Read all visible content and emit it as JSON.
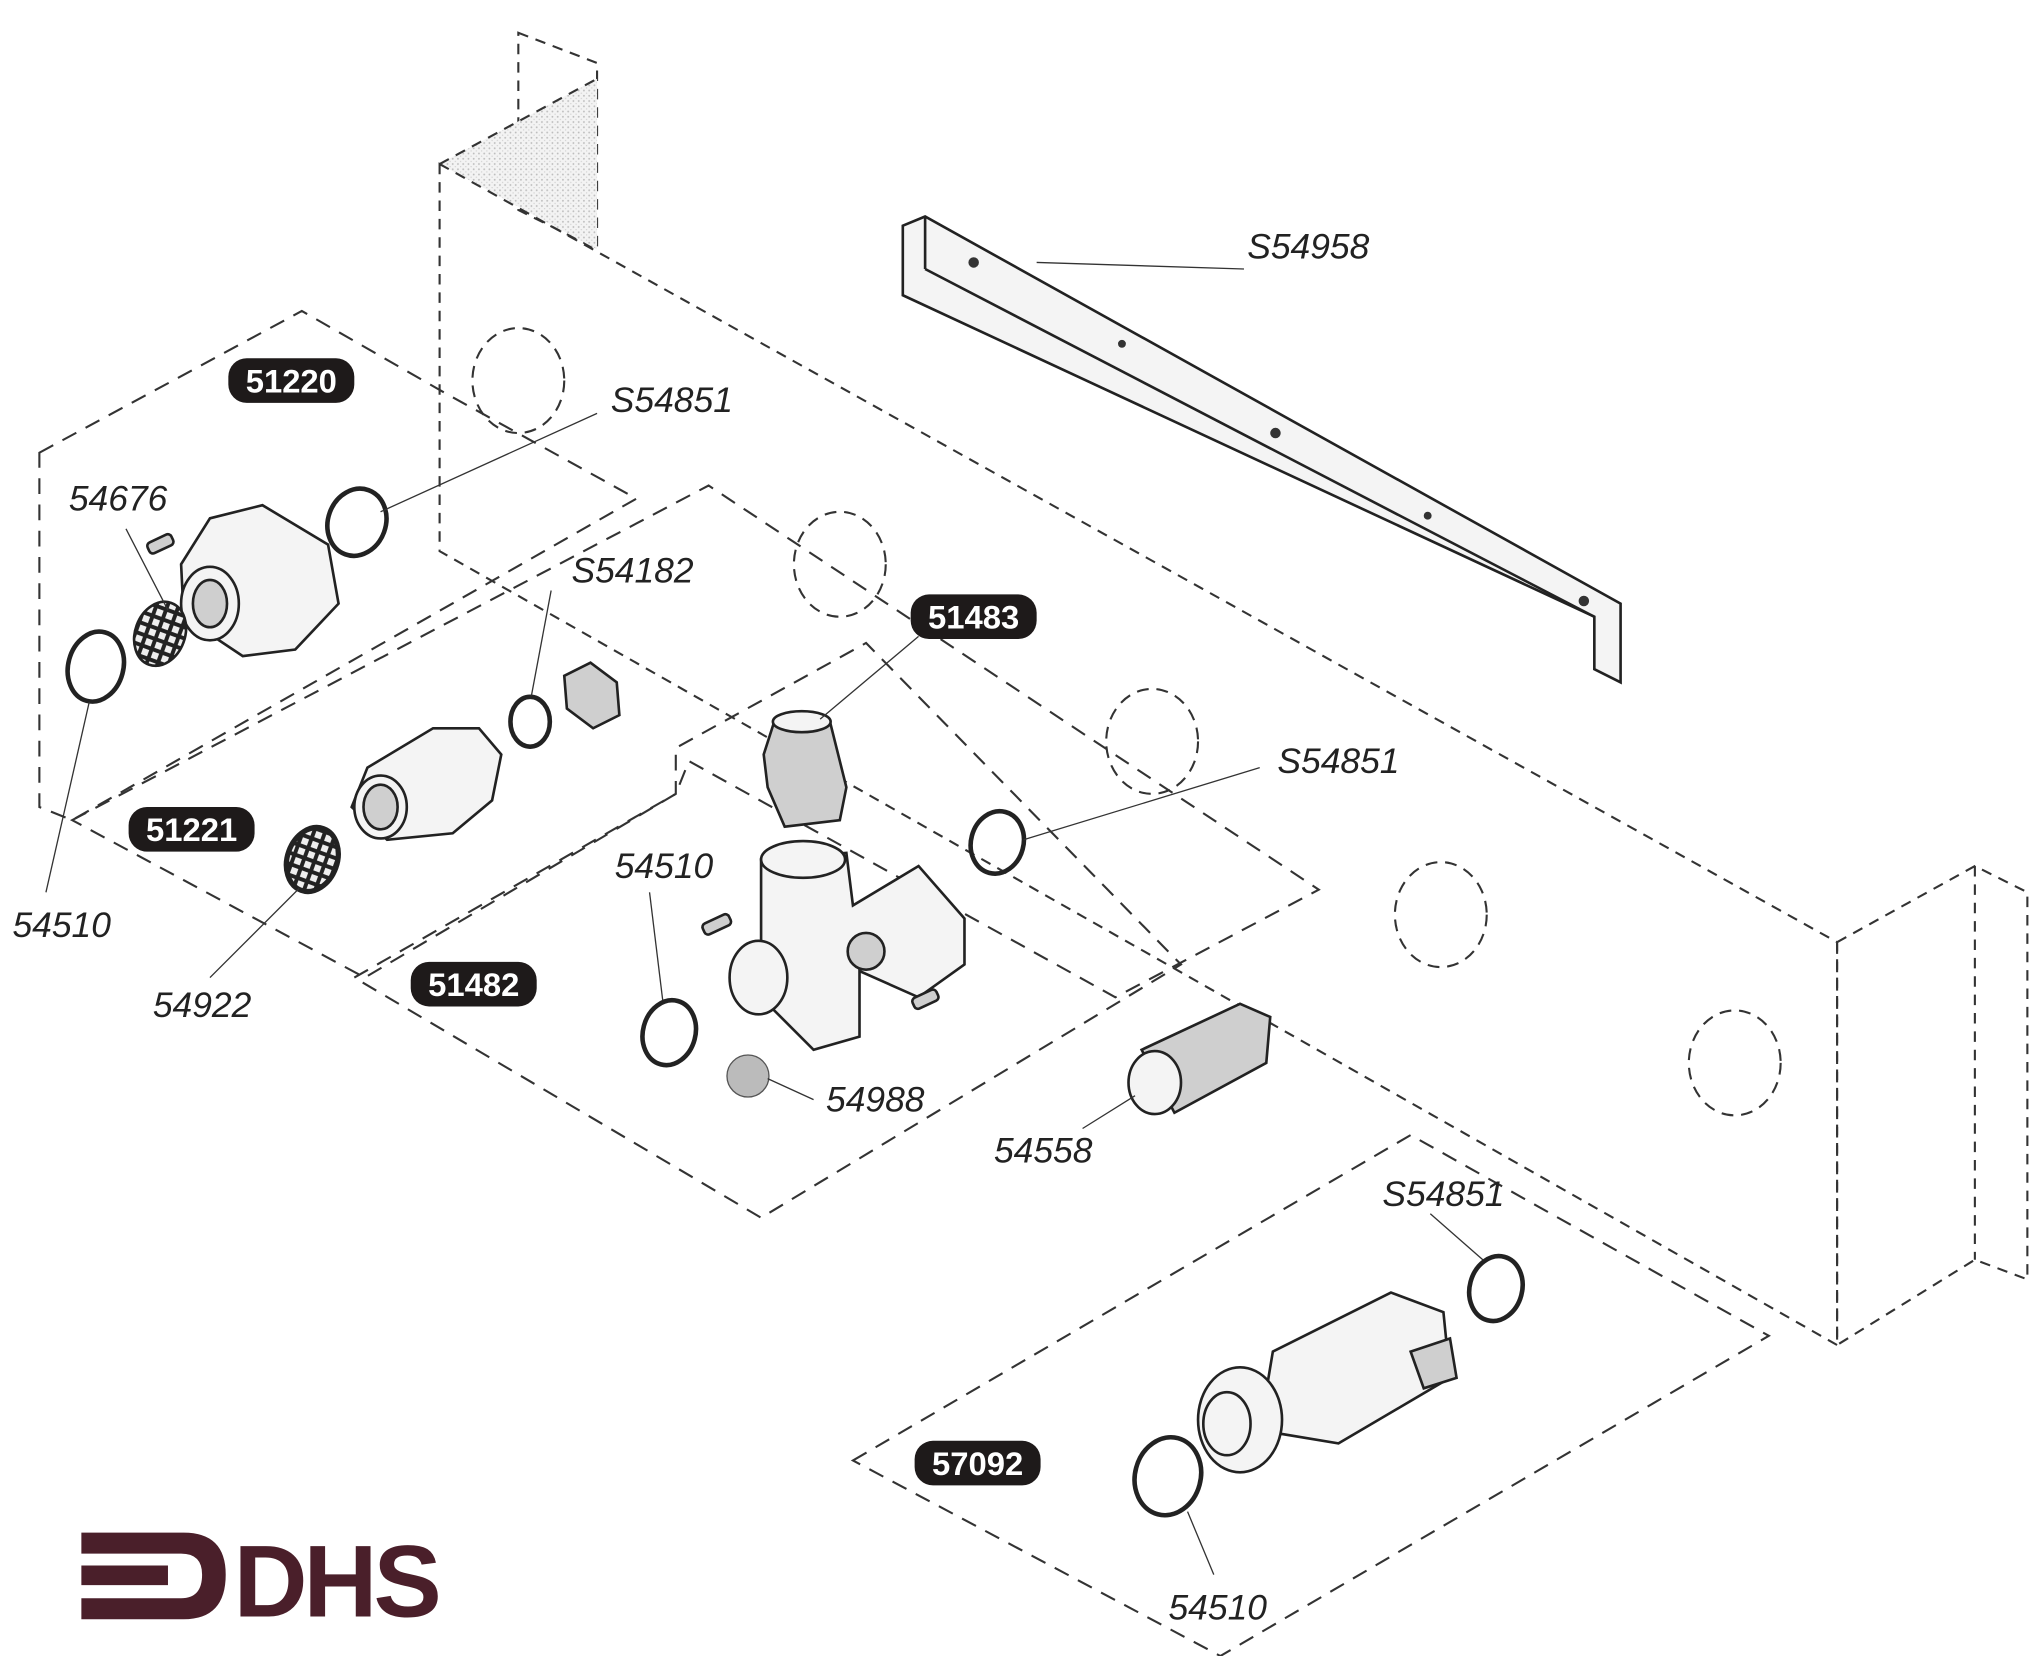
{
  "diagram": {
    "part_labels": [
      {
        "text": "S54958"
      },
      {
        "text": "S54851"
      },
      {
        "text": "54676"
      },
      {
        "text": "S54182"
      },
      {
        "text": "S54851"
      },
      {
        "text": "54510"
      },
      {
        "text": "54510"
      },
      {
        "text": "54922"
      },
      {
        "text": "54988"
      },
      {
        "text": "54558"
      },
      {
        "text": "S54851"
      },
      {
        "text": "54510"
      }
    ],
    "kit_badges": [
      {
        "text": "51220"
      },
      {
        "text": "51483"
      },
      {
        "text": "51221"
      },
      {
        "text": "51482"
      },
      {
        "text": "57092"
      }
    ],
    "logo": {
      "text": "DHS",
      "color": "#4a1f2a"
    }
  }
}
